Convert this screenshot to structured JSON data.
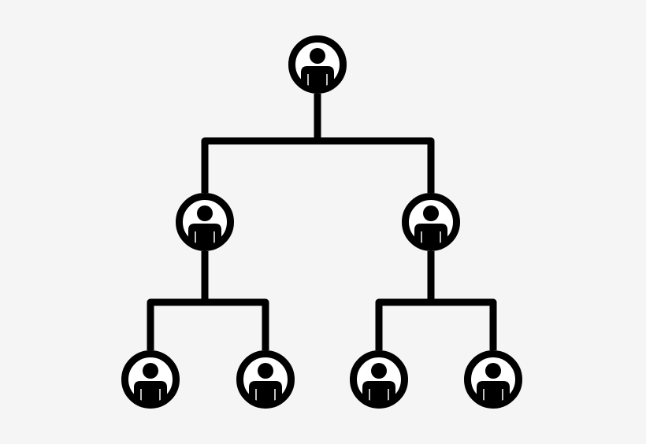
{
  "diagram": {
    "type": "org-chart-icon",
    "icon": "hierarchy-icon",
    "levels": 3,
    "nodes": [
      {
        "id": "root",
        "icon": "person-icon",
        "level": 0,
        "parent": null
      },
      {
        "id": "mid-left",
        "icon": "person-icon",
        "level": 1,
        "parent": "root"
      },
      {
        "id": "mid-right",
        "icon": "person-icon",
        "level": 1,
        "parent": "root"
      },
      {
        "id": "leaf-1",
        "icon": "person-icon",
        "level": 2,
        "parent": "mid-left"
      },
      {
        "id": "leaf-2",
        "icon": "person-icon",
        "level": 2,
        "parent": "mid-left"
      },
      {
        "id": "leaf-3",
        "icon": "person-icon",
        "level": 2,
        "parent": "mid-right"
      },
      {
        "id": "leaf-4",
        "icon": "person-icon",
        "level": 2,
        "parent": "mid-right"
      }
    ],
    "colors": {
      "background": "#f5f5f5",
      "stroke": "#000000",
      "fill": "#ffffff"
    }
  }
}
